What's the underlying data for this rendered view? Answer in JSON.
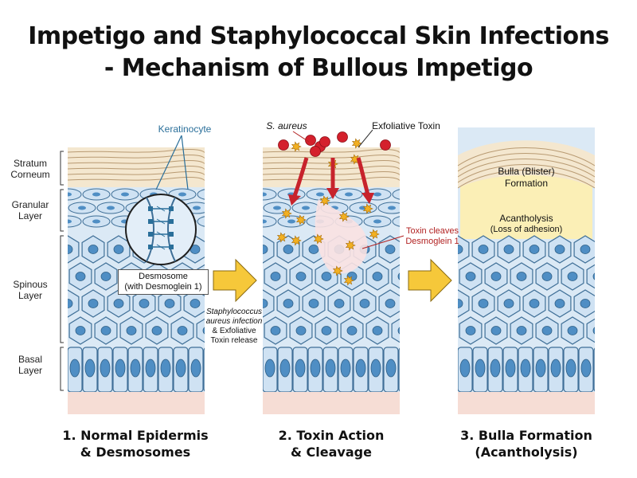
{
  "title": {
    "line1": "Impetigo and Staphylococcal Skin Infections",
    "line2": "- Mechanism of Bullous Impetigo"
  },
  "layers": {
    "stratum_corneum": [
      "Stratum",
      "Corneum"
    ],
    "granular": [
      "Granular",
      "Layer"
    ],
    "spinous": [
      "Spinous",
      "Layer"
    ],
    "basal": [
      "Basal",
      "Layer"
    ]
  },
  "panel1": {
    "keratinocyte": "Keratinocyte",
    "desmosome": [
      "Desmosome",
      "(with Desmoglein 1)"
    ],
    "caption": [
      "1. Normal Epidermis",
      "& Desmosomes"
    ]
  },
  "transition1": {
    "text": [
      "Staphylococcus",
      "aureus infection",
      "& Exfoliative",
      "Toxin release"
    ]
  },
  "panel2": {
    "s_aureus": "S. aureus",
    "exfoliative_toxin": "Exfoliative Toxin",
    "toxin_cleaves": [
      "Toxin cleaves",
      "Desmoglein 1"
    ],
    "caption": [
      "2. Toxin Action",
      "& Cleavage"
    ]
  },
  "panel3": {
    "bulla": [
      "Bulla (Blister)",
      "Formation"
    ],
    "acantholysis": "Acantholysis",
    "loss": "(Loss of adhesion)",
    "caption": [
      "3. Bulla Formation",
      "(Acantholysis)"
    ]
  },
  "colors": {
    "cell_fill": "#cfe2f3",
    "cell_stroke": "#3f6f97",
    "nucleus": "#4f8ec4",
    "corneum": "#f4e7cf",
    "dermis": "#f6ddd5",
    "arrow_yellow": "#f6c83a",
    "bacteria": "#d4202c",
    "toxin": "#f2b021",
    "bulla": "#fbefb6"
  },
  "icons": [
    "right-arrow-icon",
    "bacteria-icon",
    "toxin-star-icon",
    "desmosome-icon"
  ]
}
